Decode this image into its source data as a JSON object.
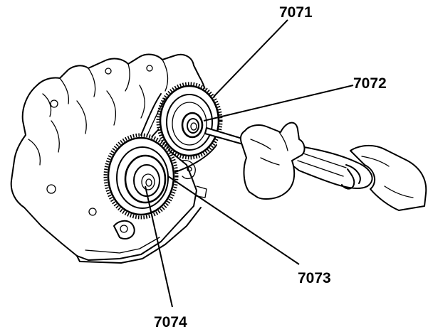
{
  "labels": {
    "part_7071": "7071",
    "part_7072": "7072",
    "part_7073": "7073",
    "part_7074": "7074"
  },
  "colors": {
    "ink": "#000000",
    "background": "#ffffff"
  },
  "icons": {
    "screwdriver": "screwdriver-icon",
    "hand": "hand-icon"
  }
}
